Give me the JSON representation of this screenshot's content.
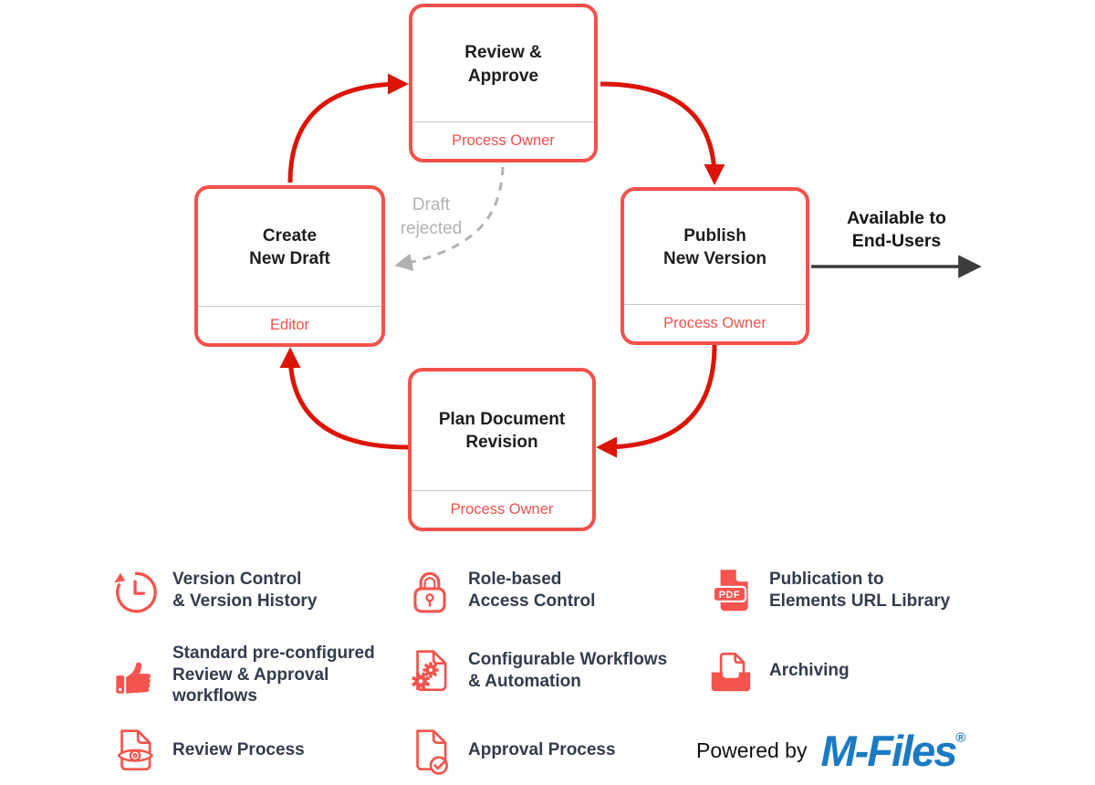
{
  "diagram": {
    "nodes": {
      "review": {
        "line1": "Review &",
        "line2": "Approve",
        "role": "Process Owner"
      },
      "publish": {
        "line1": "Publish",
        "line2": "New Version",
        "role": "Process Owner"
      },
      "plan": {
        "line1": "Plan Document",
        "line2": "Revision",
        "role": "Process Owner"
      },
      "draft": {
        "line1": "Create",
        "line2": "New Draft",
        "role": "Editor"
      }
    },
    "annotations": {
      "draft_rejected": [
        "Draft",
        "rejected"
      ],
      "available": [
        "Available to",
        "End-Users"
      ]
    }
  },
  "features": [
    {
      "icon": "version-history-icon",
      "lines": [
        "Version Control",
        "& Version History"
      ]
    },
    {
      "icon": "lock-icon",
      "lines": [
        "Role-based",
        "Access Control"
      ]
    },
    {
      "icon": "pdf-icon",
      "badge": "PDF",
      "lines": [
        "Publication to",
        "Elements URL Library"
      ]
    },
    {
      "icon": "thumbs-up-icon",
      "lines": [
        "Standard pre-configured",
        "Review & Approval",
        "workflows"
      ]
    },
    {
      "icon": "gears-document-icon",
      "lines": [
        "Configurable Workflows",
        "& Automation"
      ]
    },
    {
      "icon": "archive-icon",
      "lines": [
        "Archiving"
      ]
    },
    {
      "icon": "review-document-icon",
      "lines": [
        "Review Process"
      ]
    },
    {
      "icon": "approval-document-icon",
      "lines": [
        "Approval Process"
      ]
    }
  ],
  "branding": {
    "powered_by": "Powered by",
    "brand": "M-Files",
    "registered": "®"
  },
  "colors": {
    "box_border": "#f4514b",
    "arrow_red": "#dc1405",
    "role_text": "#f4514b",
    "icon_coral": "#f4544d",
    "dashed_gray": "#b1b1b1",
    "black_arrow": "#3d3d3d",
    "feature_text": "#333b4d",
    "mfiles_blue": "#1b7ac3"
  }
}
